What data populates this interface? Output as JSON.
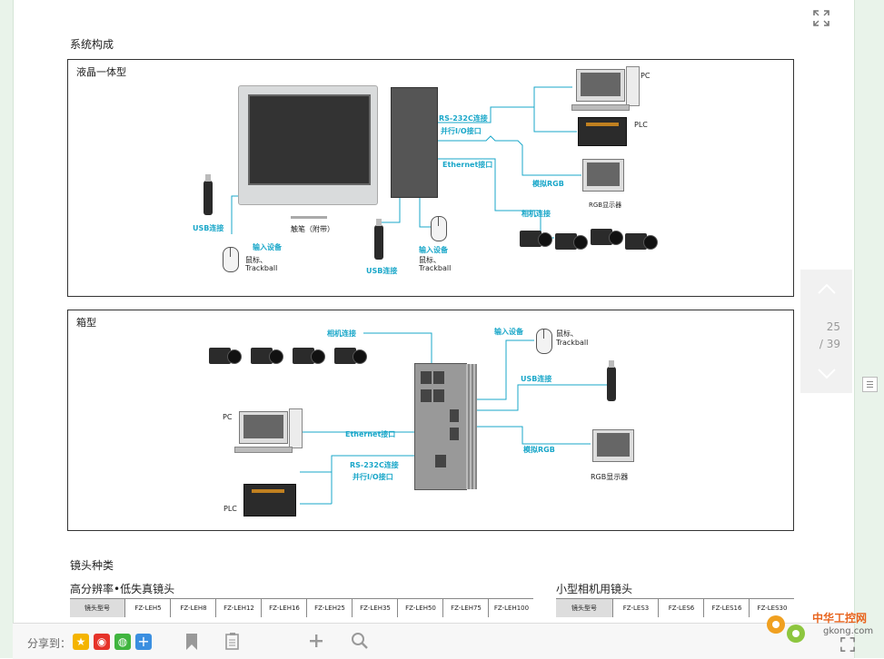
{
  "document": {
    "section_system": "系统构成",
    "panel_lcd": {
      "title": "液晶一体型",
      "labels": {
        "pc": "PC",
        "plc": "PLC",
        "rs232c": "RS-232C连接",
        "parallel_io": "并行I/O接口",
        "ethernet": "Ethernet接口",
        "analog_rgb": "模拟RGB",
        "rgb_monitor": "RGB显示器",
        "camera": "相机连接",
        "usb_left": "USB连接",
        "usb_center": "USB连接",
        "stylus": "触笔（附带）",
        "input_device_left": "输入设备",
        "input_device_center": "输入设备",
        "mouse_left_line1": "鼠标、",
        "mouse_left_line2": "Trackball",
        "mouse_center_line1": "鼠标、",
        "mouse_center_line2": "Trackball"
      }
    },
    "panel_box": {
      "title": "箱型",
      "labels": {
        "camera": "相机连接",
        "input_device": "输入设备",
        "mouse_line1": "鼠标、",
        "mouse_line2": "Trackball",
        "usb": "USB连接",
        "pc": "PC",
        "ethernet": "Ethernet接口",
        "analog_rgb": "模拟RGB",
        "rgb_monitor": "RGB显示器",
        "rs232c": "RS-232C连接",
        "parallel_io": "并行I/O接口",
        "plc": "PLC"
      }
    },
    "section_lens": "镜头种类",
    "lens_high_res": {
      "title": "高分辨率•低失真镜头",
      "header": "镜头型号",
      "models": [
        "FZ-LEH5",
        "FZ-LEH8",
        "FZ-LEH12",
        "FZ-LEH16",
        "FZ-LEH25",
        "FZ-LEH35",
        "FZ-LEH50",
        "FZ-LEH75",
        "FZ-LEH100"
      ]
    },
    "lens_small": {
      "title": "小型相机用镜头",
      "header": "镜头型号",
      "models": [
        "FZ-LES3",
        "FZ-LES6",
        "FZ-LES16",
        "FZ-LES30"
      ]
    }
  },
  "viewer": {
    "current_page": "25",
    "total_pages": "/ 39"
  },
  "toolbar": {
    "share_label": "分享到："
  },
  "watermark": {
    "brand": "中华工控网",
    "domain": "gkong.com"
  },
  "colors": {
    "accent_blue": "#1aa7c9",
    "share_qzone": "#f4b400",
    "share_weibo": "#e6332a",
    "share_wechat": "#40b53f",
    "share_more": "#3b8fe0"
  }
}
